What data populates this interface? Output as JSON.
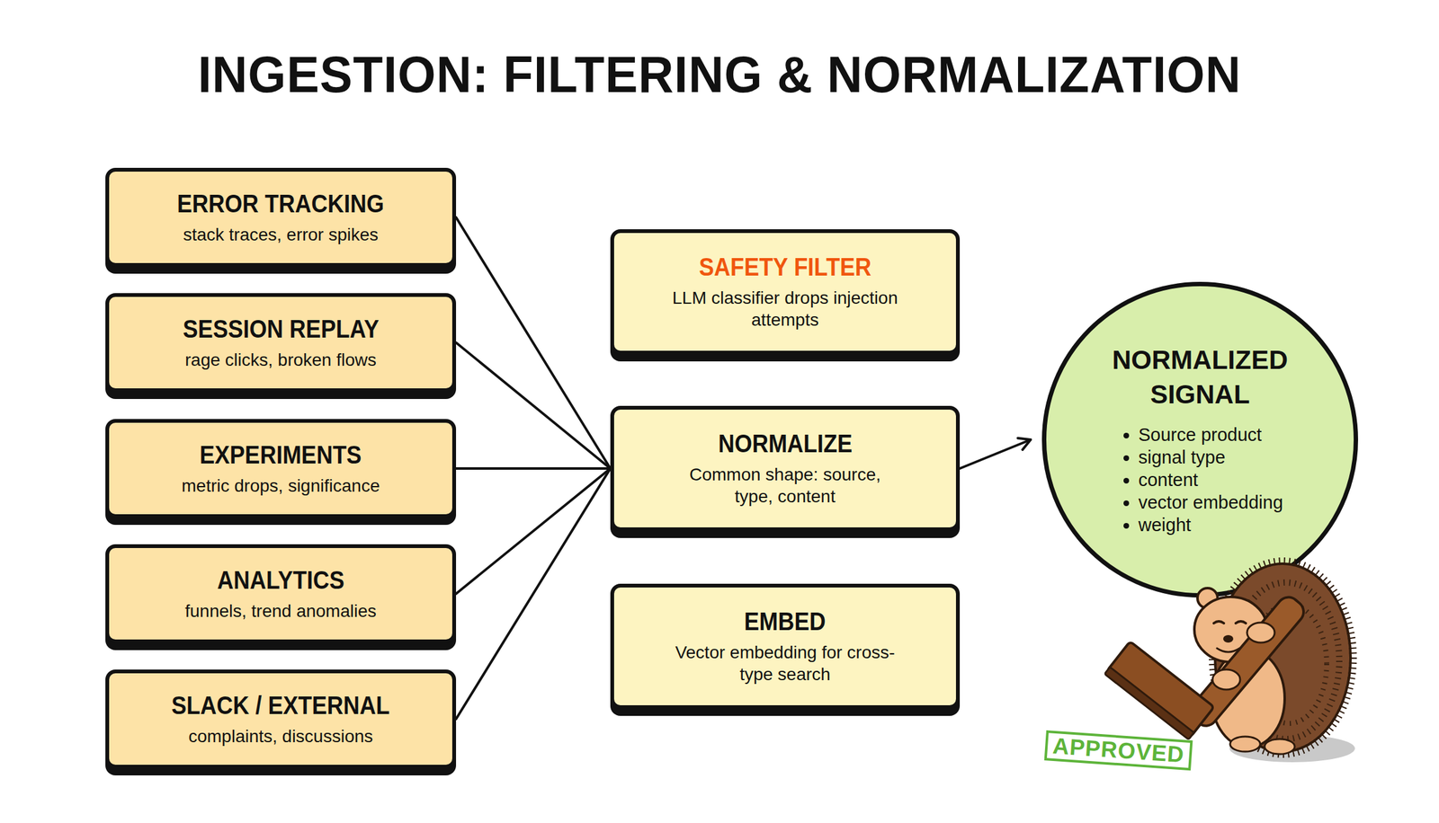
{
  "diagram": {
    "title": "INGESTION: FILTERING & NORMALIZATION",
    "nodes": [
      {
        "text": [
          "ERROR TRACKING",
          "stack traces, error spikes"
        ]
      },
      {
        "text": [
          "SESSION REPLAY",
          "rage clicks, broken flows"
        ]
      },
      {
        "text": [
          "EXPERIMENTS",
          "metric drops, significance"
        ]
      },
      {
        "text": [
          "ANALYTICS",
          "funnels, trend anomalies"
        ]
      },
      {
        "text": [
          "SLACK / EXTERNAL",
          "complaints, discussions"
        ]
      },
      {
        "text": [
          "SAFETY FILTER",
          "LLM classifier drops injection attempts"
        ]
      },
      {
        "text": [
          "NORMALIZE",
          "Common shape: source, type, content"
        ]
      },
      {
        "text": [
          "EMBED",
          "Vector embedding for cross-type search"
        ]
      },
      {
        "text": [
          "NORMALIZED SIGNAL",
          "Source product",
          "signal type",
          "content",
          "vector embedding",
          "weight"
        ]
      }
    ],
    "edges": [
      {
        "from": 0,
        "to": 6,
        "arrow": "none"
      },
      {
        "from": 1,
        "to": 6,
        "arrow": "none"
      },
      {
        "from": 2,
        "to": 6,
        "arrow": "none"
      },
      {
        "from": 3,
        "to": 6,
        "arrow": "none"
      },
      {
        "from": 4,
        "to": 6,
        "arrow": "none"
      },
      {
        "from": 6,
        "to": 8,
        "arrow": "to"
      }
    ],
    "labels": [
      "APPROVED"
    ]
  }
}
